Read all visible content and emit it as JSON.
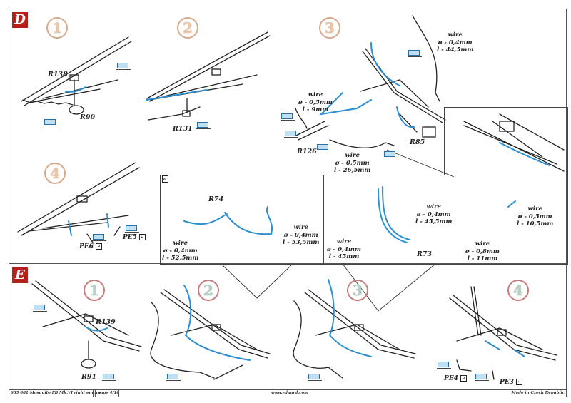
{
  "document": {
    "title": "Mosquito FB Mk.VI right engine instructions page",
    "accent_red": "#b5201b",
    "wire_blue": "#2b8fd0"
  },
  "section_d": {
    "letter": "D",
    "steps": [
      {
        "number": "1",
        "labels": [
          "R138",
          "R90"
        ]
      },
      {
        "number": "2",
        "labels": [
          "R131"
        ]
      },
      {
        "number": "3",
        "labels": [
          "R126",
          "R85"
        ],
        "wires": [
          {
            "title": "wire",
            "diameter": "ø - 0,4mm",
            "length": "l - 44,5mm"
          },
          {
            "title": "wire",
            "diameter": "ø - 0,5mm",
            "length": "l - 9mm"
          },
          {
            "title": "wire",
            "diameter": "ø - 0,5mm",
            "length": "l - 26,5mm"
          }
        ]
      },
      {
        "number": "4",
        "labels": [
          "PE6",
          "PE5"
        ]
      }
    ]
  },
  "detail_a": {
    "marker": "a",
    "label": "R74",
    "wires": [
      {
        "title": "wire",
        "diameter": "ø - 0,4mm",
        "length": "l - 52,5mm"
      },
      {
        "title": "wire",
        "diameter": "ø - 0,4mm",
        "length": "l - 53,5mm"
      }
    ]
  },
  "detail_b": {
    "label": "R73",
    "wires": [
      {
        "title": "wire",
        "diameter": "ø - 0,4mm",
        "length": "l - 45,5mm"
      },
      {
        "title": "wire",
        "diameter": "ø - 0,4mm",
        "length": "l - 45mm"
      },
      {
        "title": "wire",
        "diameter": "ø - 0,5mm",
        "length": "l - 10,5mm"
      },
      {
        "title": "wire",
        "diameter": "ø - 0,8mm",
        "length": "l - 11mm"
      }
    ]
  },
  "section_e": {
    "letter": "E",
    "steps": [
      {
        "number": "1",
        "labels": [
          "R139",
          "R91"
        ]
      },
      {
        "number": "2",
        "labels": []
      },
      {
        "number": "3",
        "labels": []
      },
      {
        "number": "4",
        "labels": [
          "PE4",
          "PE3"
        ]
      }
    ]
  },
  "footer": {
    "product": "635 081  Mosquito FB Mk.VI right engine",
    "page": "page 4/10",
    "website": "www.eduard.com",
    "origin": "Made in Czech Republic"
  }
}
